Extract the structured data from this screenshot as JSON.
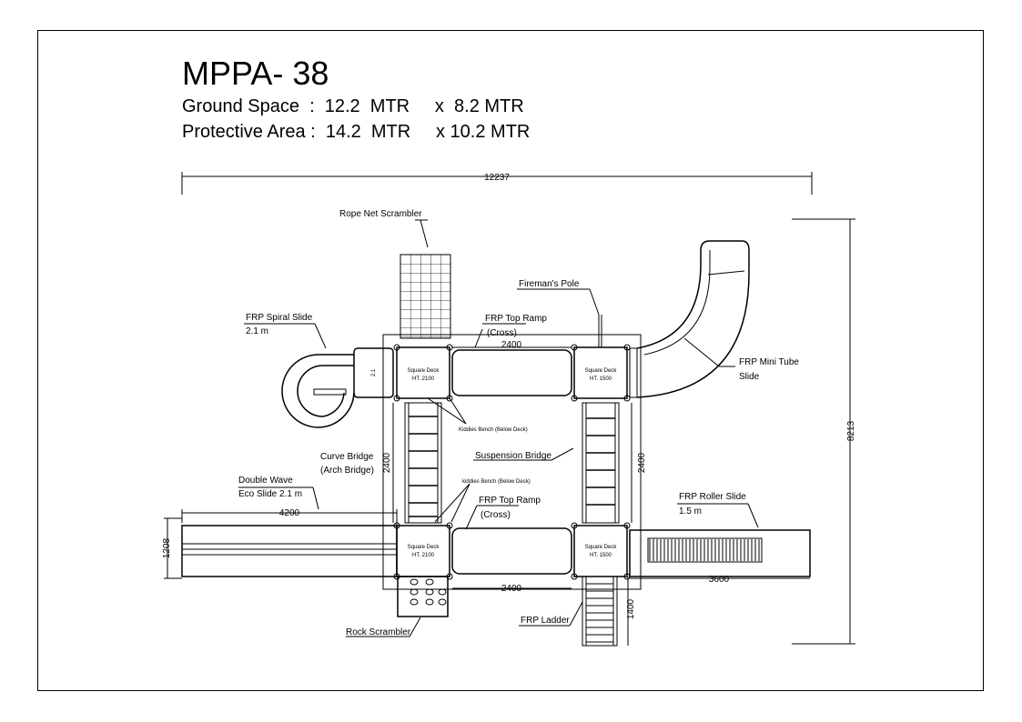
{
  "title": "MPPA- 38",
  "ground_space": "Ground Space  :  12.2  MTR     x  8.2 MTR",
  "protective_area": "Protective Area :  14.2  MTR     x 10.2 MTR",
  "dimensions": {
    "overall_width": "12237",
    "overall_height": "8213",
    "top_ramp": "2400",
    "bottom_ramp": "2400",
    "curve_bridge_len": "2400",
    "suspension_bridge_len": "2400",
    "wave_slide": "4200",
    "wave_slide_width": "1208",
    "roller_slide": "3600",
    "ladder": "1400",
    "spiral_height": "2.1"
  },
  "decks": {
    "top_left": [
      "Square Deck",
      "HT. 2100"
    ],
    "top_right": [
      "Square Deck",
      "HT. 1500"
    ],
    "bottom_left": [
      "Square Deck",
      "HT. 2100"
    ],
    "bottom_right": [
      "Square Deck",
      "HT. 1500"
    ]
  },
  "labels": {
    "rope_net": "Rope Net Scrambler",
    "firemans_pole": "Fireman's Pole",
    "spiral_slide_1": "FRP Spiral Slide",
    "spiral_slide_2": "2.1 m",
    "top_ramp_1": "FRP Top Ramp",
    "top_ramp_2": "(Cross)",
    "mini_tube_1": "FRP Mini Tube",
    "mini_tube_2": "Slide",
    "kiddies_bench_top": "Kiddies Bench (Below Deck)",
    "kiddies_bench_bottom": "kiddies Bench (Below Deck)",
    "curve_bridge_1": "Curve Bridge",
    "curve_bridge_2": "(Arch Bridge)",
    "suspension_bridge": "Suspension Bridge",
    "wave_slide_1": "Double Wave",
    "wave_slide_2": "Eco Slide 2.1 m",
    "bottom_ramp_1": "FRP Top Ramp",
    "bottom_ramp_2": "(Cross)",
    "roller_slide_1": "FRP Roller Slide",
    "roller_slide_2": "1.5 m",
    "rock_scrambler": "Rock Scrambler",
    "ladder": "FRP Ladder"
  }
}
